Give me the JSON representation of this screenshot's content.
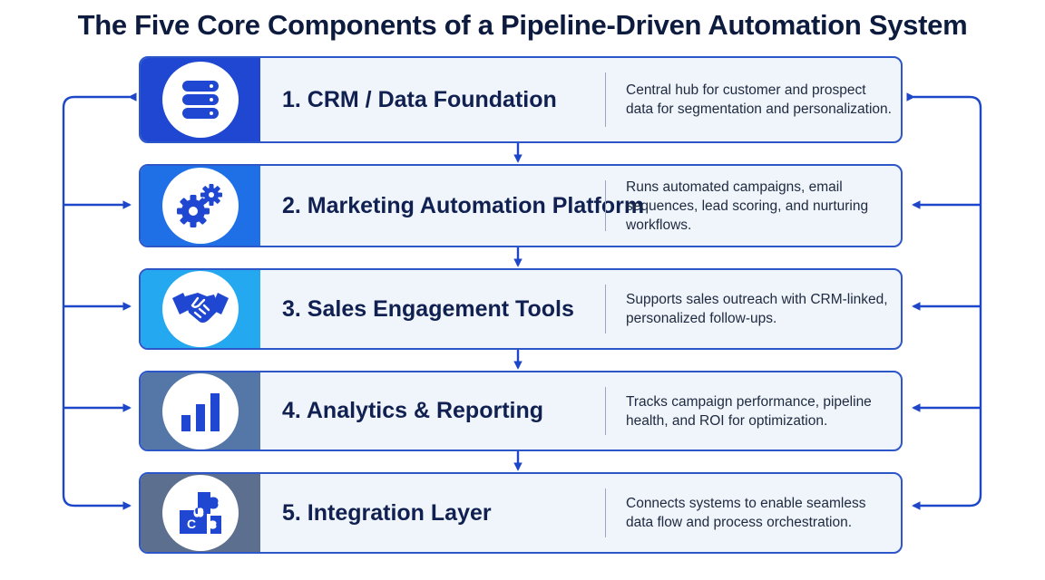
{
  "title": "The Five Core Components of a Pipeline-Driven Automation System",
  "colors": {
    "card_border": "#2d56c9",
    "card_background": "#f0f4fb",
    "arrow": "#1d46c8",
    "title_text": "#0d1b3e"
  },
  "components": [
    {
      "label": "1. CRM / Data Foundation",
      "description": "Central hub for customer and prospect data for segmentation and personalization.",
      "icon": "database-icon",
      "color": "#1f47d1"
    },
    {
      "label": "2. Marketing Automation Platform",
      "description": "Runs automated campaigns, email sequences, lead scoring, and nurturing workflows.",
      "icon": "gears-icon",
      "color": "#1f6fe6"
    },
    {
      "label": "3. Sales Engagement Tools",
      "description": "Supports sales outreach with CRM-linked, personalized follow-ups.",
      "icon": "handshake-icon",
      "color": "#24a8f0"
    },
    {
      "label": "4. Analytics & Reporting",
      "description": "Tracks campaign performance, pipeline health, and ROI for optimization.",
      "icon": "bar-chart-icon",
      "color": "#5577a8"
    },
    {
      "label": "5. Integration Layer",
      "description": "Connects systems to enable seamless data flow and process orchestration.",
      "icon": "puzzle-icon",
      "color": "#5c6f8f"
    }
  ]
}
